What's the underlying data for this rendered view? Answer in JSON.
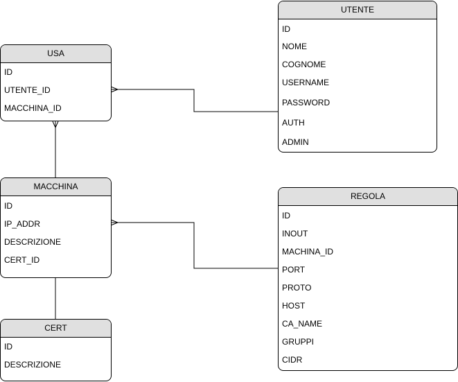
{
  "entities": {
    "utente": {
      "name": "UTENTE",
      "fields": [
        "ID",
        "NOME",
        "COGNOME",
        "USERNAME",
        "PASSWORD",
        "AUTH",
        "ADMIN"
      ]
    },
    "usa": {
      "name": "USA",
      "fields": [
        "ID",
        "UTENTE_ID",
        "MACCHINA_ID"
      ]
    },
    "macchina": {
      "name": "MACCHINA",
      "fields": [
        "ID",
        "IP_ADDR",
        "DESCRIZIONE",
        "CERT_ID"
      ]
    },
    "regola": {
      "name": "REGOLA",
      "fields": [
        "ID",
        "INOUT",
        "MACHINA_ID",
        "PORT",
        "PROTO",
        "HOST",
        "CA_NAME",
        "GRUPPI",
        "CIDR"
      ]
    },
    "cert": {
      "name": "CERT",
      "fields": [
        "ID",
        "DESCRIZIONE"
      ]
    }
  },
  "relations": [
    {
      "from": "usa.UTENTE_ID",
      "to": "utente",
      "from_end": "many"
    },
    {
      "from": "usa",
      "to": "macchina",
      "from_end": "many"
    },
    {
      "from": "macchina.IP_ADDR",
      "to": "regola.PORT",
      "from_end": "many"
    },
    {
      "from": "macchina",
      "to": "cert",
      "from_end": "one"
    }
  ]
}
